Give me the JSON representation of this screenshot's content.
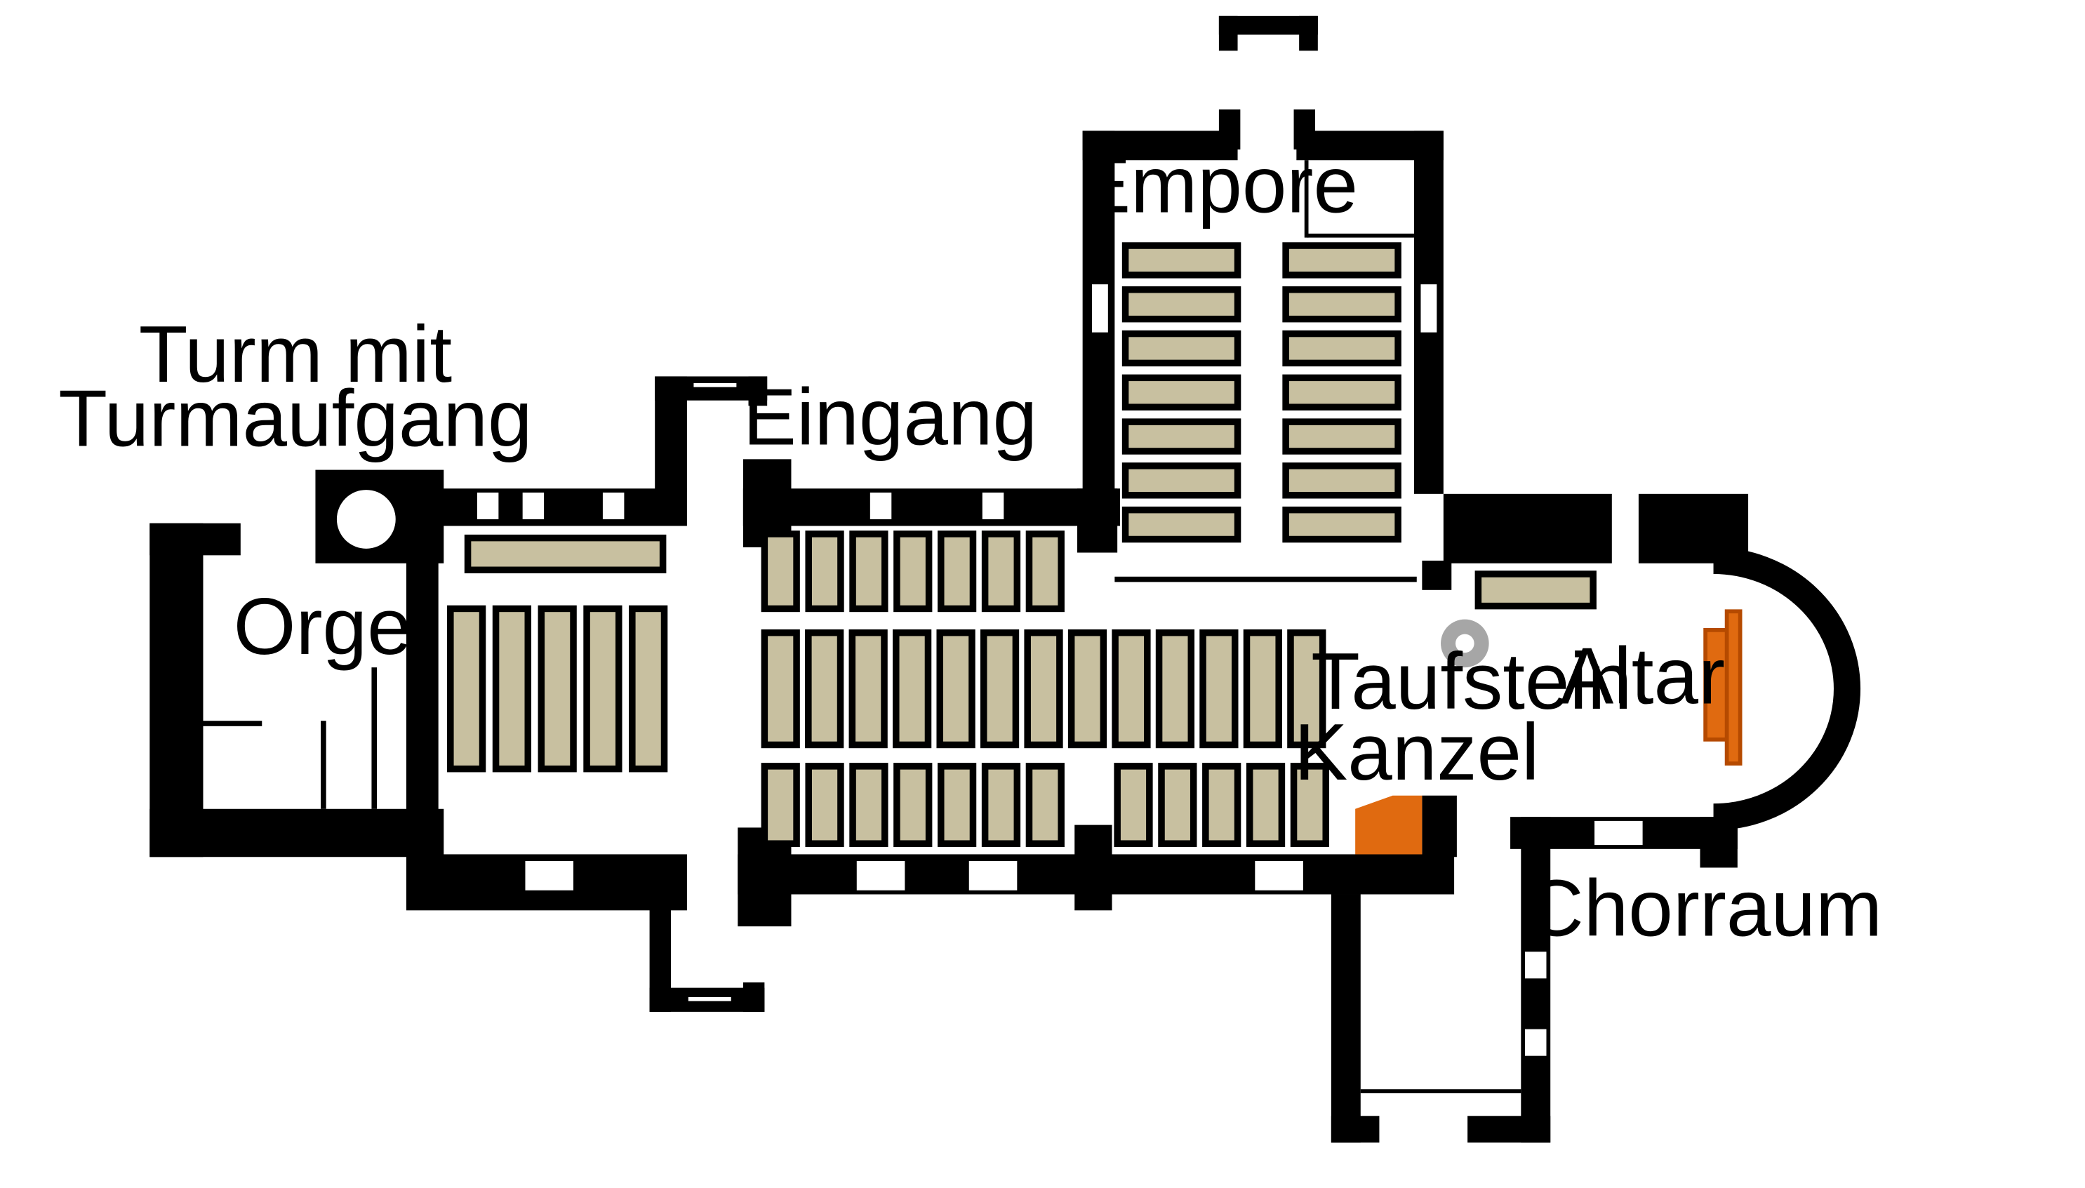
{
  "labels": {
    "tower_line1": "Turm mit",
    "tower_line2": "Turmaufgang",
    "organ": "Orgel",
    "entrance": "Eingang",
    "gallery": "Empore",
    "font": "Taufstein",
    "altar": "Altar",
    "pulpit": "Kanzel",
    "chancel": "Chorraum"
  },
  "colors": {
    "wall": "#000000",
    "pew": "#c8c0a0",
    "pew_outline": "#000000",
    "liturgical": "#e06a10",
    "liturgical_dark": "#b54a00",
    "font_stone": "#a6a6a6",
    "background": "#ffffff"
  }
}
